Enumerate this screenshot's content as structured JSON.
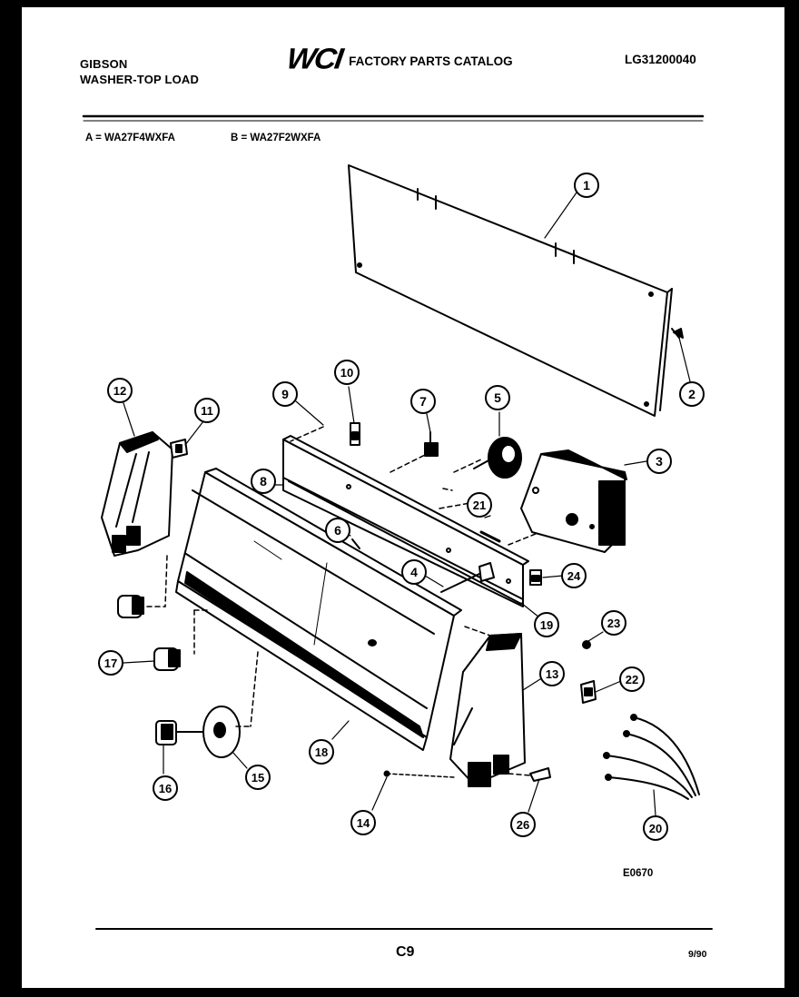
{
  "header": {
    "brand": "GIBSON",
    "product": "WASHER-TOP LOAD",
    "logo": "WCI",
    "catalog_title": "FACTORY PARTS CATALOG",
    "catalog_number": "LG31200040"
  },
  "models": {
    "a": "A = WA27F4WXFA",
    "b": "B = WA27F2WXFA"
  },
  "callouts": [
    "1",
    "2",
    "3",
    "4",
    "5",
    "6",
    "7",
    "8",
    "9",
    "10",
    "11",
    "12",
    "13",
    "14",
    "15",
    "16",
    "17",
    "18",
    "19",
    "20",
    "21",
    "22",
    "23",
    "24",
    "26"
  ],
  "footer": {
    "figure_code": "E0670",
    "page": "C9",
    "date": "9/90"
  }
}
